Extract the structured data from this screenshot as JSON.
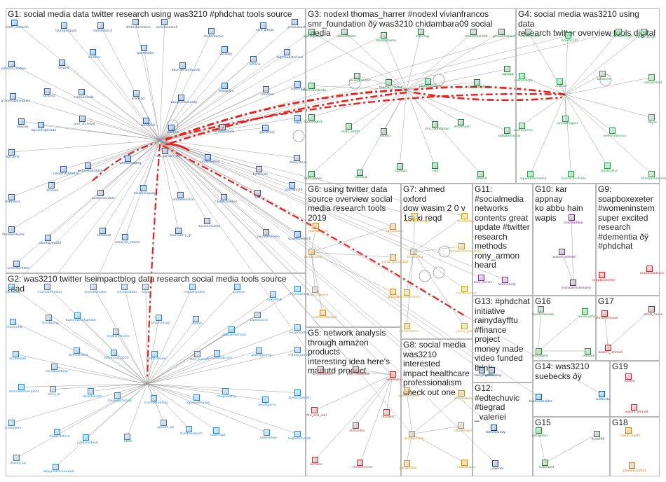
{
  "groups": [
    {
      "id": "G1",
      "title": "G1: social media data twitter research using was3210 #phdchat tools source",
      "labels": [
        "dchft_research",
        "laurapasquini",
        "samoleba_d",
        "drkbnjohnstone",
        "aaronbensteh",
        "studentamvl",
        "ejvu_adrian",
        "praseebuch",
        "patricia_maben",
        "iosyjno",
        "muntins",
        "alamfolder",
        "bournemouthuni4",
        "vsslejay",
        "schens",
        "digitfoodsterliner",
        "gracyeaglaanpiars",
        "hantse2",
        "crespesnoda",
        "aslertad",
        "vaughancocoxity",
        "mqdolles",
        "orndsan",
        "sqldnnnaz",
        "obepay",
        "laysentnglnlade",
        "prof_chrisday",
        "was3210",
        "umdice",
        "sheffieldunil",
        "getlibrary",
        "hglyc",
        "hpl_umd",
        "nassehachtiman",
        "weloesbachtach",
        "whcbalsabteg",
        "real_person_oh",
        "smdsciemce",
        "bertlendo",
        "tana_steve",
        "mathasys",
        "hmlueh",
        "undtheverdale",
        "maalenieparger",
        "umdrsesearch",
        "cassie_bonees",
        "kaih",
        "paulfann16",
        "filmsterstuiles",
        "alanhayes222",
        "shokores",
        "anna_de_smorri",
        "shorcozery_gl",
        "taycourtsiebe",
        "jennifartemen",
        "scpoeresearch",
        "accordocheter"
      ]
    },
    {
      "id": "G2",
      "title": "G2: was3210 twitter lseimpactblog data research social media tools source read",
      "labels": [
        "bshtsites",
        "mumultimedias",
        "anendslesales",
        "inesrertsbbd",
        "dssusc",
        "marsahanddc",
        "aetesta",
        "ssundtalk",
        "maysewland",
        "leasmnfdh",
        "thesboong",
        "bcacydobrokgmath",
        "mallianitssims",
        "brlymuinisp",
        "rtsmsh",
        "digitalmethods",
        "bigdatascic",
        "viscomedtud",
        "accdelelab",
        "lseimpactblog",
        "bshcrchanel",
        "fofurnesa_5530",
        "pmfformuner",
        "lasd_europe",
        "azadlemsdccom",
        "gearsgusimg",
        "m4eocyrrouto",
        "denmearmolcipenc",
        "hace_ar",
        "sbcedeberta",
        "meskawtrolaaa",
        "mardboroblanp",
        "openpolicyiser",
        "thegonstroy",
        "jesutsparia",
        "dlyfoxsfulseth",
        "oreleinlem",
        "sfsoyfchdnsn",
        "paraunsdenis",
        "kbdh",
        "ppcsed_lm",
        "fh3dbresearch",
        "laosentp1",
        "helenbewn",
        "leighstamadsll",
        "dsvidd_sp",
        "abagendsomnewels"
      ]
    },
    {
      "id": "G3",
      "title": "G3: nodexl thomas_harrer #nodexl vivianfrancos\nsmr_foundation ðÿ was3210 chidambara09 social media",
      "labels": [
        "lauckepassio",
        "dollezstacks",
        "mimbidrome",
        "satcelog",
        "chidambara09",
        "gmacesteland",
        "thecuriousbride",
        "vivianfrancos",
        "thomas_harrer",
        "plenescoduch",
        "carolynmhare",
        "agsagai",
        "hoodidigest",
        "marc_smith",
        "nodexl",
        "smr_foundation",
        "erdarnyon",
        "subatomicdoc",
        "saas_alleen",
        "hsmorjb",
        "tyaloon",
        "luly",
        "emnall"
      ]
    },
    {
      "id": "G4",
      "title": "G4: social media was3210 using data\nresearch twitter overview tools digital",
      "labels": [
        "enkestrudioa",
        "marcbc201",
        "lhnikiwaithugh",
        "iristeechings",
        "suohledlops",
        "nazzad",
        "blaaskee",
        "sohaiirmed",
        "bertsdamus",
        "lanawblogger",
        "jeremiahbraun",
        "dbyte",
        "equenmmmedsa",
        "tavnia_michelle",
        "kotalkolina",
        "dlmcyeleamnote"
      ]
    },
    {
      "id": "G5",
      "title": "G5: network analysis\nthrough amazon products\ninteresting idea here's\nmanutd product",
      "labels": [
        "itc_collective",
        "prof_chadwick",
        "alexdemon",
        "fire_and_aidl",
        "allmardos",
        "dcnloyd",
        "richdion",
        "christievents"
      ]
    },
    {
      "id": "G6",
      "title": "G6: using twitter data\nsource overview social\nmedia research tools\n2019",
      "labels": [
        "mornaworld",
        "samewuits",
        "pedalpaulbi",
        "jacob_gonnzalez",
        "isaac_hovenn",
        "goiogio",
        "vanfusraahda4"
      ]
    },
    {
      "id": "G7",
      "title": "G7: ahmed oxford\ndow wasim 2 0 v\n1st xi reqd",
      "labels": [
        "docsmancilaned",
        "lockfolkwa",
        "marzunha",
        "ahmedrehmanulman",
        "ahmedrehman",
        "caadhiahrms",
        "osmanfoxon",
        "jenny_gaelll"
      ]
    },
    {
      "id": "G8",
      "title": "G8: social media\nwas3210 interested\nimpact healthcare\nprofessionalism\ncheck out one",
      "labels": [
        "undervisedes",
        "jonafrederes",
        "accademsoo",
        "rabialdmed",
        "cangusfoor",
        "nmbcwuub"
      ]
    },
    {
      "id": "G9",
      "title": "G9:\nsoapboxexeter\n#womeninstem\nsuper excited\nresearch\n#dementia ðÿ\n#phdchat",
      "labels": [
        "soapboxexeter",
        "soapboxaderco"
      ]
    },
    {
      "id": "G10",
      "title": "G10: kar appnay\nko abbu hain\nwapis",
      "labels": [
        "shehzaddoy",
        "wasim_ahmed",
        "manyammanhamk"
      ]
    },
    {
      "id": "G11",
      "title": "G11:\n#socialmedia\nnetworks\ncontents great\nupdate #twitter\nresearch\nmethods\nrony_armon\nheard",
      "labels": [
        "rony_armon",
        "lnnneetudy"
      ]
    },
    {
      "id": "G12",
      "title": "G12:\n#edtechuvic\n#tiegrad\n_valeriei",
      "labels": [
        "technolandy",
        "_valeriei"
      ]
    },
    {
      "id": "G13",
      "title": "G13: #phdchat\ninitiative\nrainydayfftu\n#finance project\nmoney made\nvideo funded\nthink",
      "labels": [
        "rainydayfftu",
        "aleshaboy"
      ]
    },
    {
      "id": "G14",
      "title": "G14: was3210\nsuebecks ðÿ",
      "labels": [
        "bushesahalder",
        "suebecks"
      ]
    },
    {
      "id": "G15",
      "title": "G15",
      "labels": [
        "pacejohns",
        "fleet999",
        "lorboland"
      ]
    },
    {
      "id": "G16",
      "title": "G16",
      "labels": [
        "handsmbraaa",
        "nurseryshs",
        "schnadwar",
        "ptheam"
      ]
    },
    {
      "id": "G17",
      "title": "G17",
      "labels": [
        "christhenucon",
        "mred_cooce",
        "wasim__ahmed"
      ]
    },
    {
      "id": "G18",
      "title": "G18",
      "labels": [
        "saikar_booth",
        "pamela_b2021"
      ]
    },
    {
      "id": "G19",
      "title": "G19",
      "labels": [
        "judithc",
        "wasim_ahmed"
      ]
    }
  ],
  "colors": {
    "border": "#b8b8b8",
    "edge_gray": "#9a9a9a",
    "edge_red": "#e8201e",
    "G1": "#2a5a9c",
    "G2": "#2a86c7",
    "G3": "#1e7a3a",
    "G4": "#2b9a4a",
    "G5": "#b23030",
    "G6": "#d88a2a",
    "G7": "#c9a51e",
    "G8": "#c98b16",
    "G9": "#d81e2a",
    "G10": "#6a2a7a",
    "G11": "#7b3b9a",
    "G12": "#1a3a6a",
    "G13": "#1a3a6a",
    "G14": "#1a5a8a",
    "G15": "#2a7a3a",
    "G16": "#2a8a3a",
    "G17": "#b02020",
    "G18": "#c07a20",
    "G19": "#c02030"
  },
  "icons": {
    "node": "profile-avatar-icon",
    "self_loop": "self-loop-edge-icon",
    "arrow": "directed-edge-arrow-icon"
  }
}
